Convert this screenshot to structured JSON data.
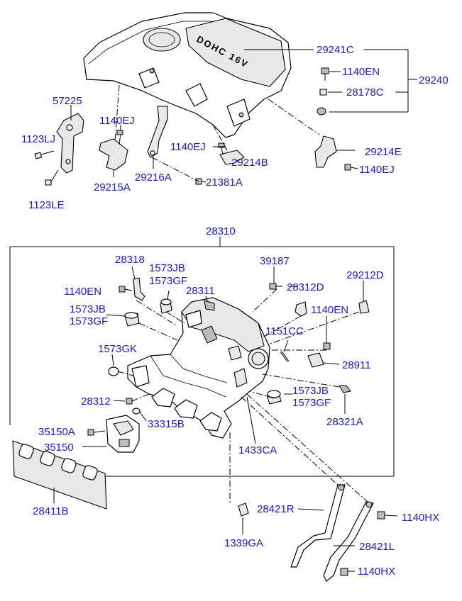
{
  "cover_marking": "DOHC 16V",
  "labels": {
    "p57225": "57225",
    "p1123LJ": "1123LJ",
    "p1123LE": "1123LE",
    "p1140EJ_a": "1140EJ",
    "p29215A": "29215A",
    "p29216A": "29216A",
    "p1140EJ_b": "1140EJ",
    "p29214B": "29214B",
    "p21381A": "21381A",
    "p29241C": "29241C",
    "p1140EN_top": "1140EN",
    "p28178C": "28178C",
    "p29240": "29240",
    "p29214E": "29214E",
    "p1140EJ_c": "1140EJ",
    "p28310": "28310",
    "p28318": "28318",
    "p1573JB_a": "1573JB",
    "p1573GF_a": "1573GF",
    "p28311": "28311",
    "p39187": "39187",
    "p28312D": "28312D",
    "p29212D": "29212D",
    "p1140EN_a": "1140EN",
    "p1573JB_b": "1573JB",
    "p1573GF_b": "1573GF",
    "p1140EN_b": "1140EN",
    "p1151CC": "1151CC",
    "p1573GK": "1573GK",
    "p28911": "28911",
    "p28312": "28312",
    "p1573JB_c": "1573JB",
    "p1573GF_c": "1573GF",
    "p33315B": "33315B",
    "p28321A": "28321A",
    "p35150A": "35150A",
    "p35150": "35150",
    "p1433CA": "1433CA",
    "p28411B": "28411B",
    "p28421R": "28421R",
    "p1140HX_a": "1140HX",
    "p1339GA": "1339GA",
    "p28421L": "28421L",
    "p1140HX_b": "1140HX"
  }
}
